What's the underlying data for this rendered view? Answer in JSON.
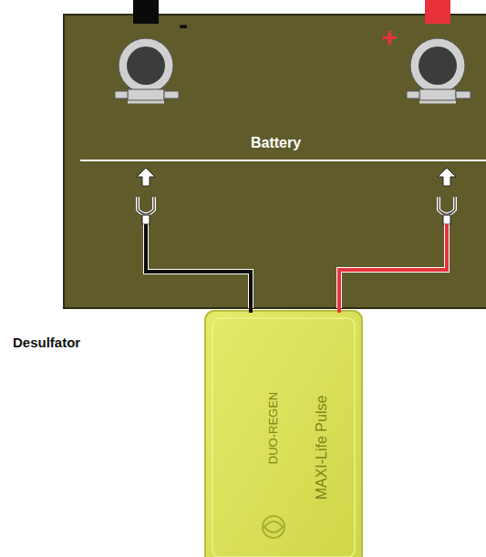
{
  "diagram": {
    "nodes": [
      {
        "text": [
          "Battery"
        ]
      },
      {
        "text": [
          "DUO-REGEN",
          "MAXI-Life Pulse"
        ]
      }
    ],
    "edges": [
      {
        "from": 0,
        "to": 1,
        "arrow": "none"
      },
      {
        "from": 0,
        "to": 1,
        "arrow": "none"
      }
    ],
    "labels": [
      "-",
      "+",
      "Desulfator"
    ]
  }
}
